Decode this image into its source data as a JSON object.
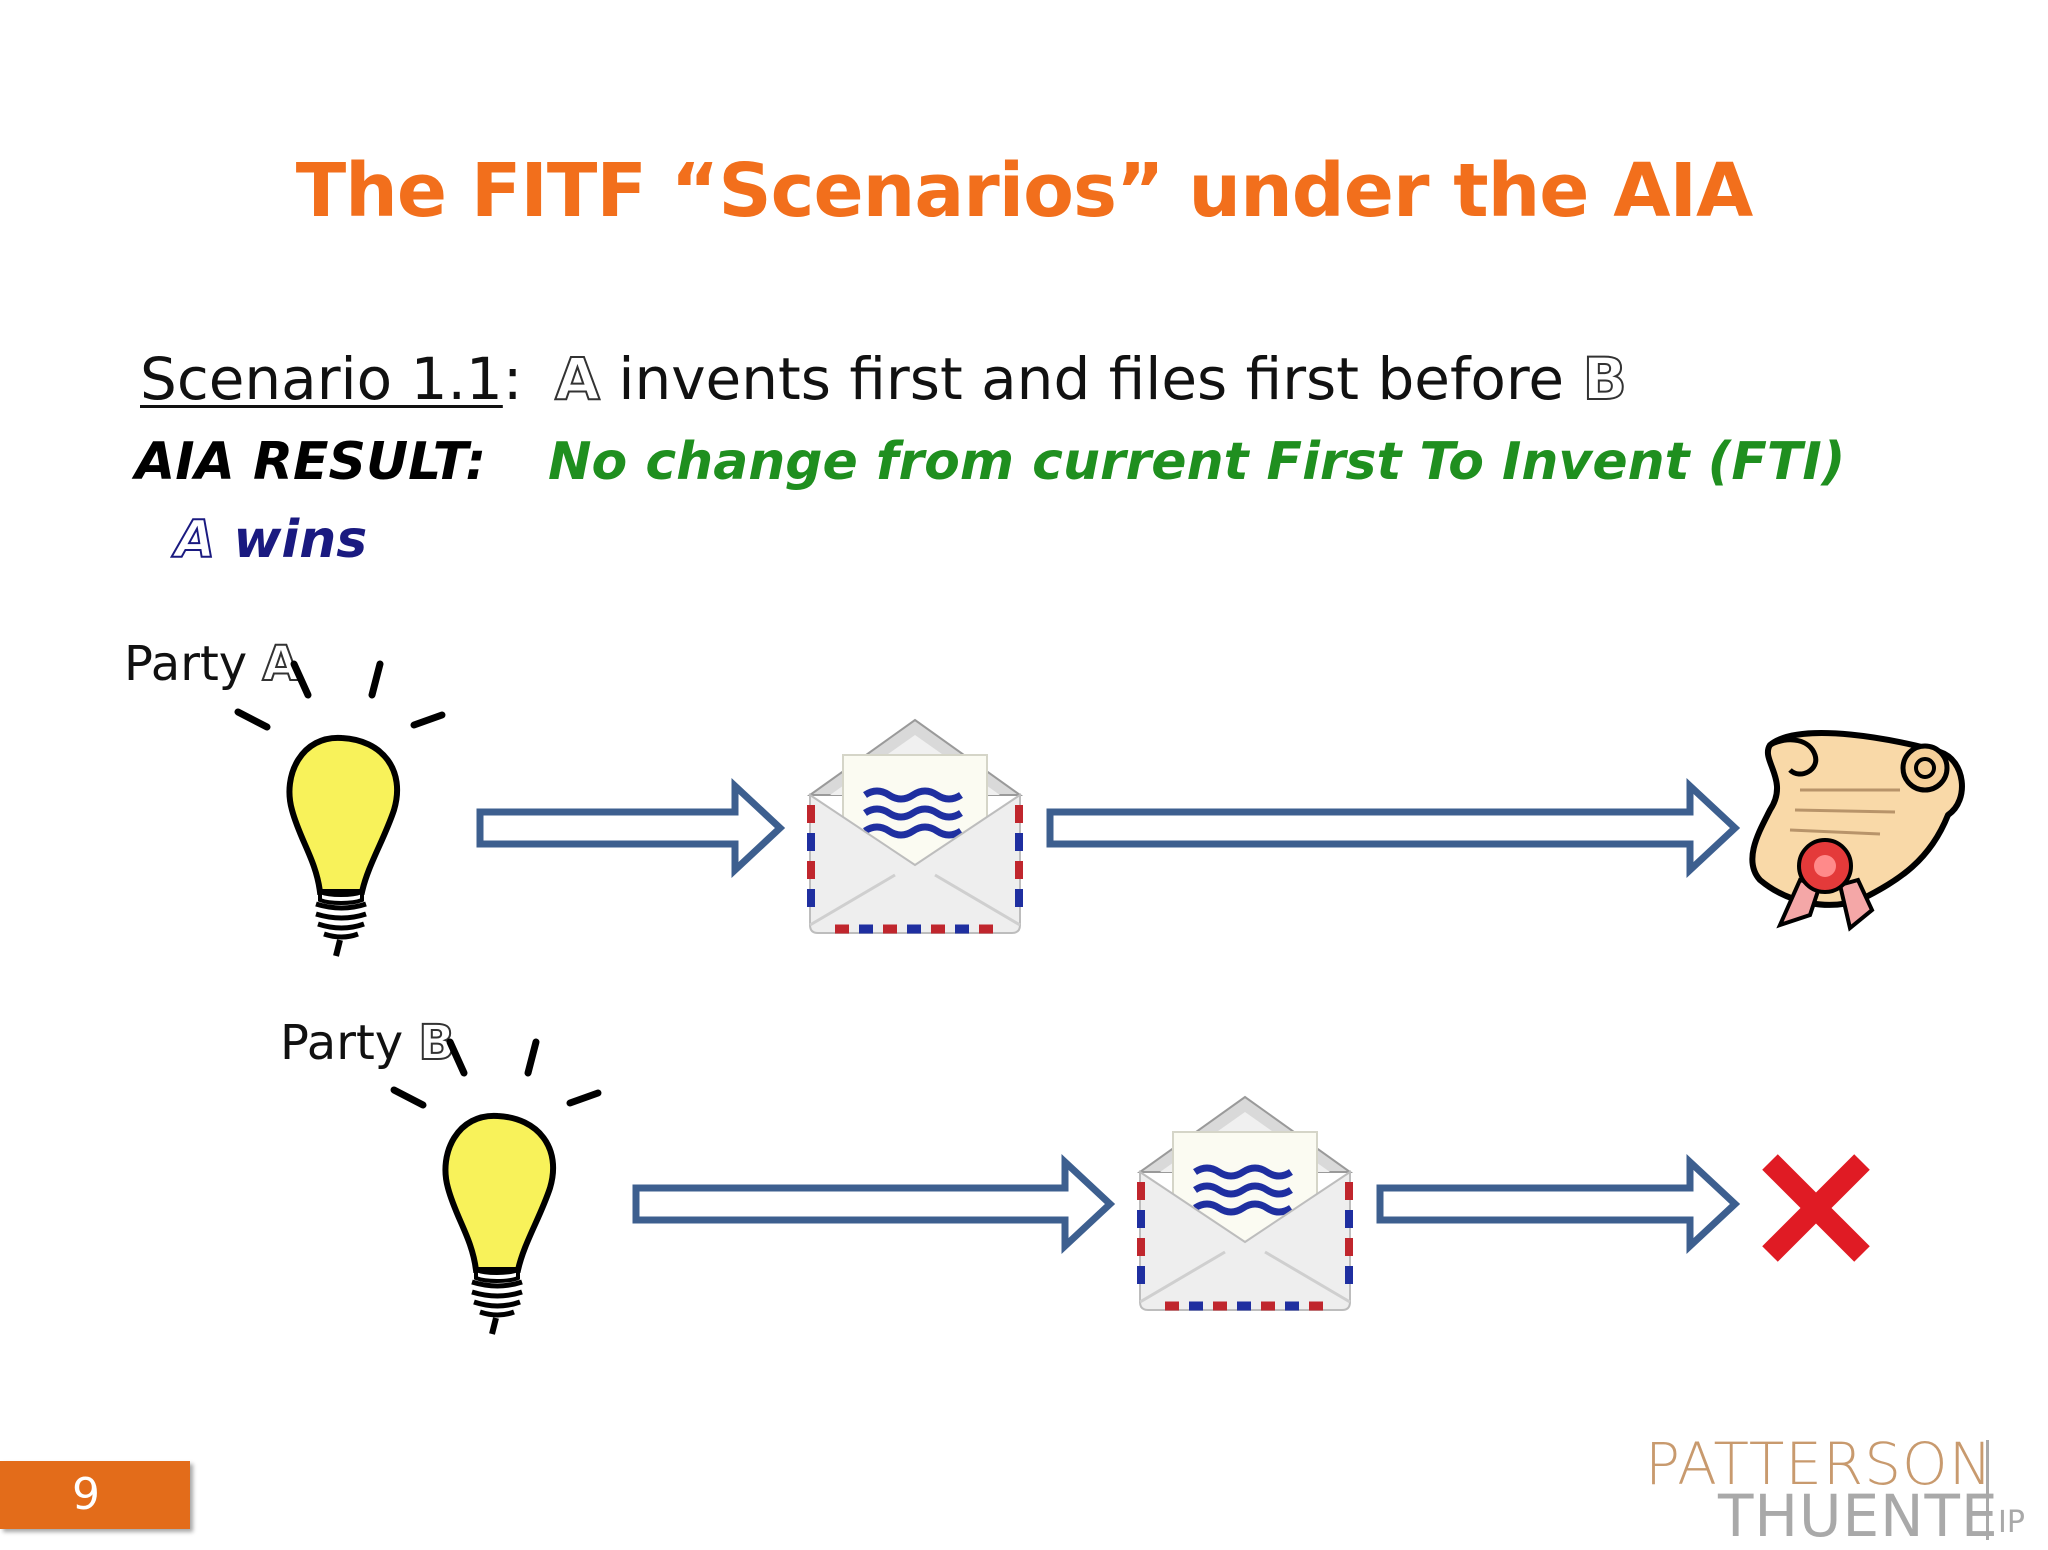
{
  "title": "The FITF “Scenarios” under the AIA",
  "scenario": {
    "label": "Scenario 1.1",
    "colon": ":",
    "desc_letter_a": "A",
    "desc_text": " invents first and files first before ",
    "desc_letter_b": "B"
  },
  "result": {
    "label": "AIA RESULT:",
    "text": "No change from current First To Invent (FTI)",
    "winner_letter": "A",
    "winner_text": " wins"
  },
  "parties": {
    "a": {
      "label": "Party ",
      "letter": "A"
    },
    "b": {
      "label": "Party ",
      "letter": "B"
    }
  },
  "footer": {
    "page_number": "9",
    "logo_line1": "PATTERSON",
    "logo_line2": "THUENTE",
    "logo_suffix": "IP"
  },
  "colors": {
    "title": "#f26f1c",
    "result": "#1f8f1f",
    "winner": "#1a1a80",
    "arrow": "#3d5f8f",
    "reject": "#e01b24"
  },
  "icons": [
    "lightbulb-icon",
    "envelope-icon",
    "patent-scroll-icon",
    "red-x-icon",
    "arrow-icon"
  ]
}
